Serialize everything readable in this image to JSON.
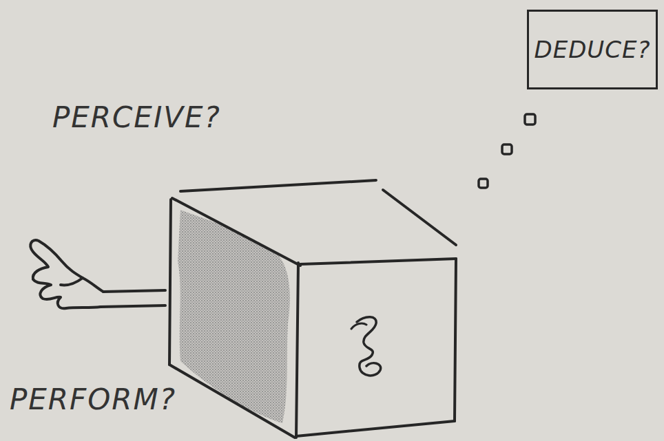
{
  "diagram": {
    "nodes": [
      {
        "text": [
          "DEDUCE?"
        ]
      }
    ],
    "labels": [
      "PERCEIVE?",
      "PERFORM?"
    ]
  }
}
